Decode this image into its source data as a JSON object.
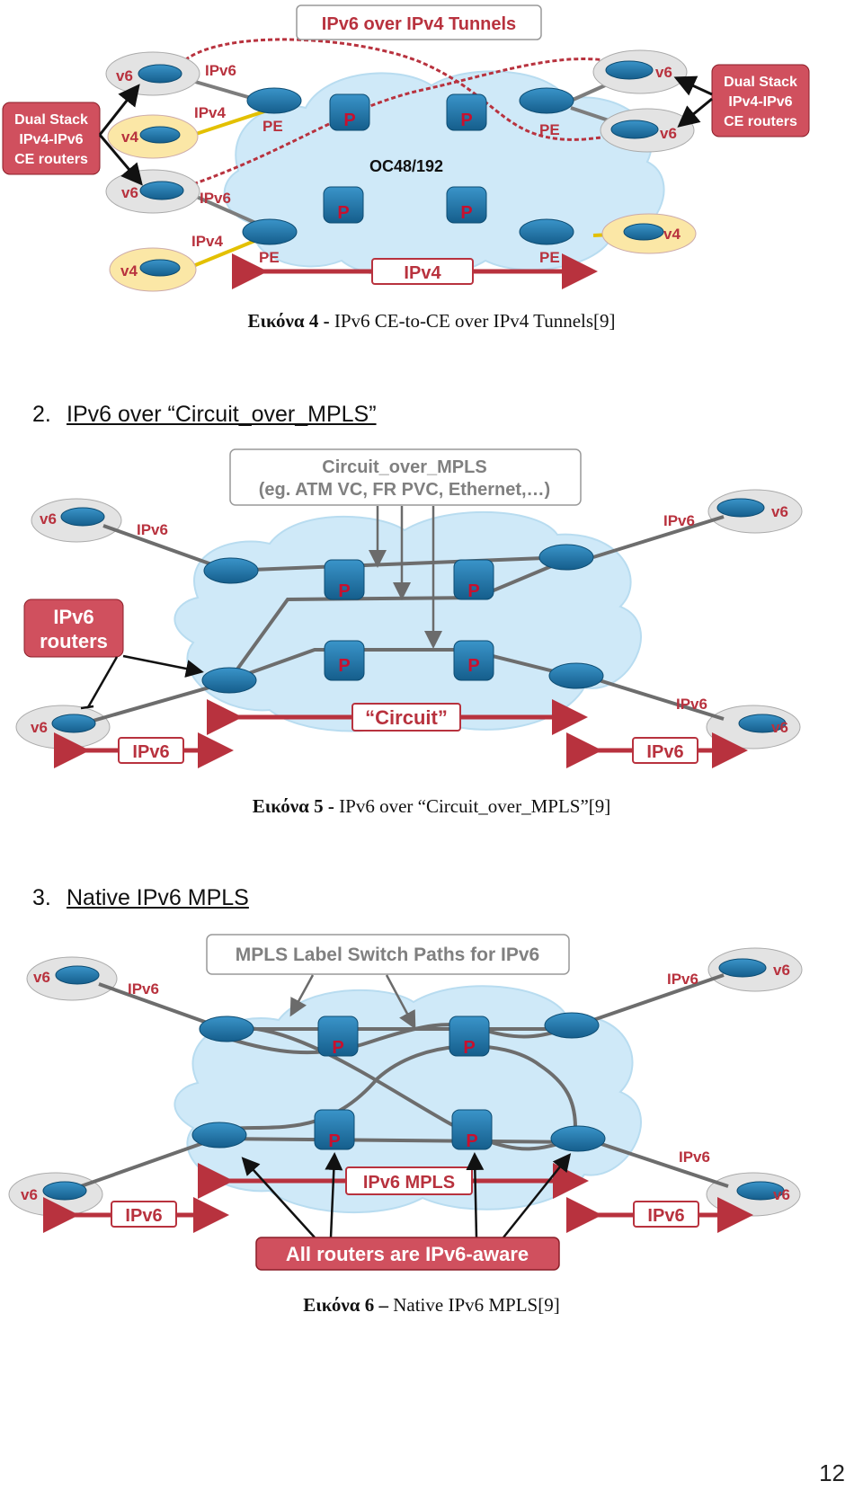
{
  "figure4": {
    "tunnel_label": "IPv6 over IPv4 Tunnels",
    "dual_stack_left": [
      "Dual Stack",
      "IPv4-IPv6",
      "CE routers"
    ],
    "dual_stack_right": [
      "Dual Stack",
      "IPv4-IPv6",
      "CE routers"
    ],
    "core_label": "OC48/192",
    "pe": "PE",
    "p": "P",
    "v6": "v6",
    "v4": "v4",
    "ipv6": "IPv6",
    "ipv4": "IPv4",
    "bottom_arrow_label": "IPv4",
    "caption_bold": "Εικόνα 4 -",
    "caption_text": " IPv6 CE-to-CE over IPv4 Tunnels[9]"
  },
  "section2": {
    "number": "2.",
    "title": "IPv6 over “Circuit_over_MPLS”"
  },
  "figure5": {
    "callout_line1": "Circuit_over_MPLS",
    "callout_line2": "(eg. ATM VC, FR PVC, Ethernet,…)",
    "routers_label": [
      "IPv6",
      "routers"
    ],
    "circuit_label": "“Circuit”",
    "ipv6": "IPv6",
    "v6": "v6",
    "p": "P",
    "caption_bold": "Εικόνα 5 -",
    "caption_text": " IPv6 over “Circuit_over_MPLS”[9]"
  },
  "section3": {
    "number": "3.",
    "title": "Native IPv6 MPLS"
  },
  "figure6": {
    "callout": "MPLS Label Switch Paths for IPv6",
    "mpls_label": "IPv6 MPLS",
    "aware_label": "All routers are IPv6-aware",
    "ipv6": "IPv6",
    "v6": "v6",
    "p": "P",
    "caption_bold": "Εικόνα 6 –",
    "caption_text": " Native IPv6 MPLS[9]"
  },
  "page_number": "12",
  "colors": {
    "cloud_core": "#cfe9f8",
    "cloud_gray": "#e3e3e3",
    "cloud_yellow": "#fbe7a6",
    "router_blue": "#1f78ad",
    "accent_red": "#b8323e",
    "link_gray": "#7d7d7d"
  }
}
